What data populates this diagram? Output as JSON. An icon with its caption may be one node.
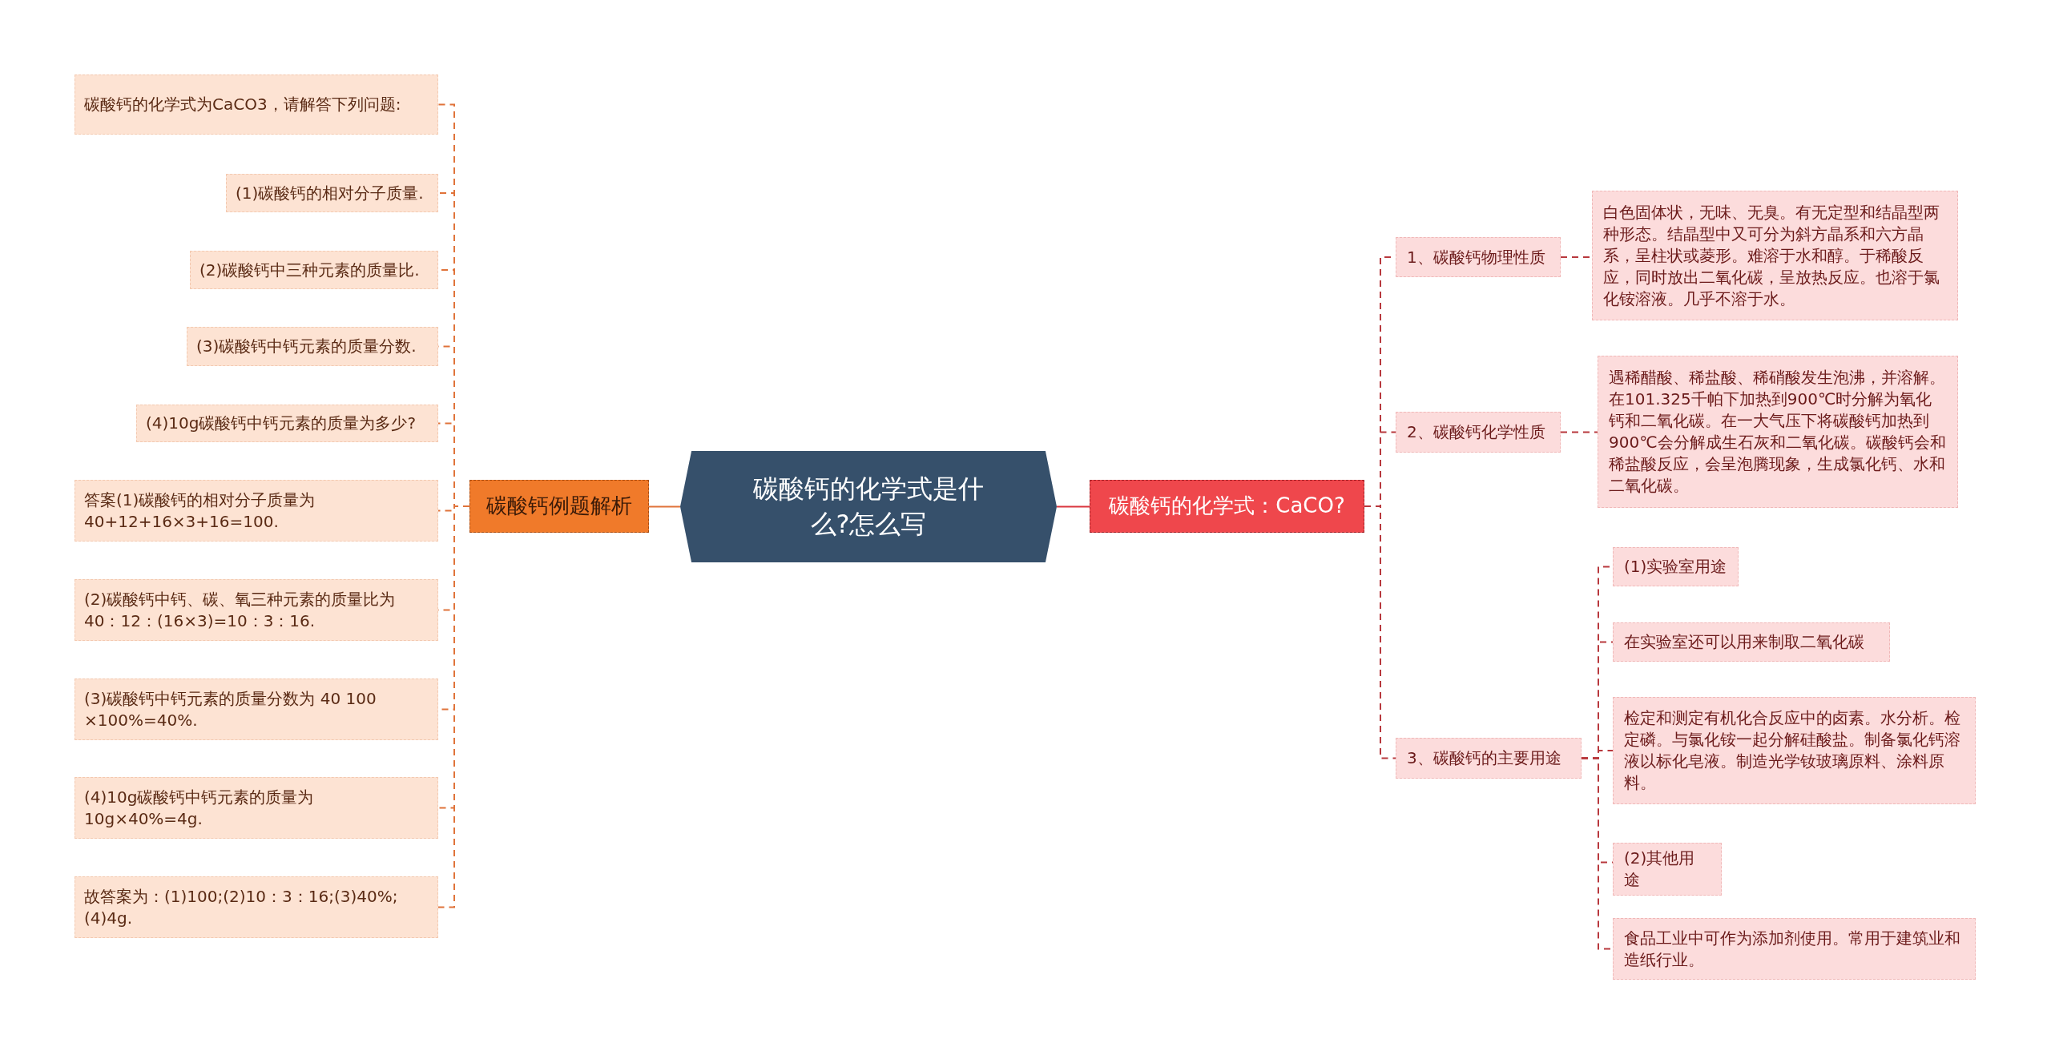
{
  "diagram": {
    "nodes": [
      {
        "text": [
          "碳酸钙的化学式是什么?怎么写"
        ]
      },
      {
        "text": [
          "碳酸钙例题解析"
        ]
      },
      {
        "text": [
          "碳酸钙的化学式为CaCO3，请解答下列问题:"
        ]
      },
      {
        "text": [
          "(1)碳酸钙的相对分子质量."
        ]
      },
      {
        "text": [
          "(2)碳酸钙中三种元素的质量比."
        ]
      },
      {
        "text": [
          "(3)碳酸钙中钙元素的质量分数."
        ]
      },
      {
        "text": [
          "(4)10g碳酸钙中钙元素的质量为多少?"
        ]
      },
      {
        "text": [
          "答案(1)碳酸钙的相对分子质量为40+12+16×3+16=100."
        ]
      },
      {
        "text": [
          "(2)碳酸钙中钙、碳、氧三种元素的质量比为40：12：(16×3)=10：3：16."
        ]
      },
      {
        "text": [
          "(3)碳酸钙中钙元素的质量分数为 40 100 ×100%=40%."
        ]
      },
      {
        "text": [
          "(4)10g碳酸钙中钙元素的质量为10g×40%=4g."
        ]
      },
      {
        "text": [
          "故答案为：(1)100;(2)10：3：16;(3)40%;(4)4g."
        ]
      },
      {
        "text": [
          "碳酸钙的化学式：CaCO?"
        ]
      },
      {
        "text": [
          "1、碳酸钙物理性质"
        ]
      },
      {
        "text": [
          "白色固体状，无味、无臭。有无定型和结晶型两种形态。结晶型中又可分为斜方晶系和六方晶系，呈柱状或菱形。难溶于水和醇。于稀酸反应，同时放出二氧化碳，呈放热反应。也溶于氯化铵溶液。几乎不溶于水。"
        ]
      },
      {
        "text": [
          "2、碳酸钙化学性质"
        ]
      },
      {
        "text": [
          "遇稀醋酸、稀盐酸、稀硝酸发生泡沸，并溶解。在101.325千帕下加热到900℃时分解为氧化钙和二氧化碳。在一大气压下将碳酸钙加热到900℃会分解成生石灰和二氧化碳。碳酸钙会和稀盐酸反应，会呈泡腾现象，生成氯化钙、水和二氧化碳。"
        ]
      },
      {
        "text": [
          "3、碳酸钙的主要用途"
        ]
      },
      {
        "text": [
          "(1)实验室用途"
        ]
      },
      {
        "text": [
          "在实验室还可以用来制取二氧化碳"
        ]
      },
      {
        "text": [
          "检定和测定有机化合反应中的卤素。水分析。检定磷。与氯化铵一起分解硅酸盐。制备氯化钙溶液以标化皂液。制造光学钕玻璃原料、涂料原料。"
        ]
      },
      {
        "text": [
          "(2)其他用途"
        ]
      },
      {
        "text": [
          "食品工业中可作为添加剂使用。常用于建筑业和造纸行业。"
        ]
      }
    ],
    "edges": [
      {
        "from": 0,
        "to": 1,
        "arrow": "none"
      },
      {
        "from": 1,
        "to": 2,
        "arrow": "none",
        "style": "dashed"
      },
      {
        "from": 1,
        "to": 3,
        "arrow": "none",
        "style": "dashed"
      },
      {
        "from": 1,
        "to": 4,
        "arrow": "none",
        "style": "dashed"
      },
      {
        "from": 1,
        "to": 5,
        "arrow": "none",
        "style": "dashed"
      },
      {
        "from": 1,
        "to": 6,
        "arrow": "none",
        "style": "dashed"
      },
      {
        "from": 1,
        "to": 7,
        "arrow": "none",
        "style": "dashed"
      },
      {
        "from": 1,
        "to": 8,
        "arrow": "none",
        "style": "dashed"
      },
      {
        "from": 1,
        "to": 9,
        "arrow": "none",
        "style": "dashed"
      },
      {
        "from": 1,
        "to": 10,
        "arrow": "none",
        "style": "dashed"
      },
      {
        "from": 1,
        "to": 11,
        "arrow": "none",
        "style": "dashed"
      },
      {
        "from": 0,
        "to": 12,
        "arrow": "none",
        "color": "#d9363e"
      },
      {
        "from": 12,
        "to": 13,
        "arrow": "none",
        "style": "dashed",
        "color": "#b8383d"
      },
      {
        "from": 13,
        "to": 14,
        "arrow": "none",
        "style": "dashed",
        "color": "#b8383d"
      },
      {
        "from": 12,
        "to": 15,
        "arrow": "none",
        "style": "dashed",
        "color": "#b8383d"
      },
      {
        "from": 15,
        "to": 16,
        "arrow": "none",
        "style": "dashed",
        "color": "#b8383d"
      },
      {
        "from": 12,
        "to": 17,
        "arrow": "none",
        "style": "dashed",
        "color": "#b8383d"
      },
      {
        "from": 17,
        "to": 18,
        "arrow": "none",
        "style": "dashed",
        "color": "#b8383d"
      },
      {
        "from": 17,
        "to": 19,
        "arrow": "none",
        "style": "dashed",
        "color": "#b8383d"
      },
      {
        "from": 17,
        "to": 20,
        "arrow": "none",
        "style": "dashed",
        "color": "#b8383d"
      },
      {
        "from": 17,
        "to": 21,
        "arrow": "none",
        "style": "dashed",
        "color": "#b8383d"
      },
      {
        "from": 17,
        "to": 22,
        "arrow": "none",
        "style": "dashed",
        "color": "#b8383d"
      }
    ]
  }
}
